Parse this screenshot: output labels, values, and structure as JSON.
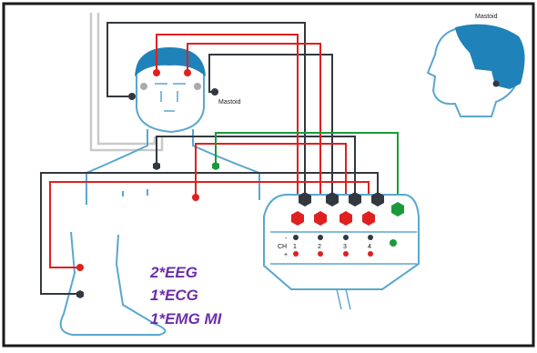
{
  "labels": {
    "mastoid_head": "Mastoid",
    "mastoid_side": "Mastoid",
    "ch": "CH",
    "minus": "-",
    "plus": "+",
    "channels": [
      "1",
      "2",
      "3",
      "4"
    ]
  },
  "caption_lines": [
    "2*EEG",
    "1*ECG",
    "1*EMG MI"
  ],
  "colors": {
    "skin_outline": "#5aa7cf",
    "hair": "#1f82b8",
    "red_wire": "#e02020",
    "black_wire": "#333740",
    "green_wire": "#1a9a3a",
    "grey_wire": "#c9c9c9",
    "caption": "#6b2fa8",
    "frame": "#1a1a1a"
  }
}
